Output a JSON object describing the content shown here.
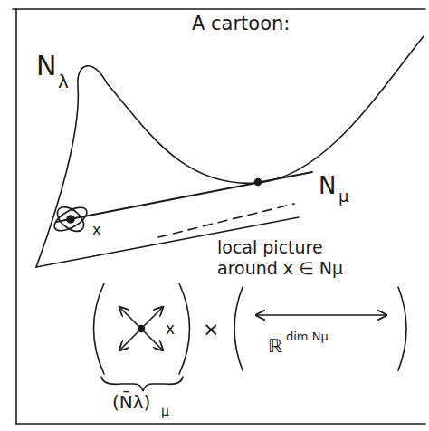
{
  "diagram": {
    "title": "A cartoon:",
    "labels": [
      "N",
      "λ",
      "N",
      "μ",
      "x",
      "local picture around x ∈ Nμ",
      "x",
      "×",
      "ℝ",
      "dim Nμ",
      "(N̄λ)",
      "μ"
    ]
  }
}
